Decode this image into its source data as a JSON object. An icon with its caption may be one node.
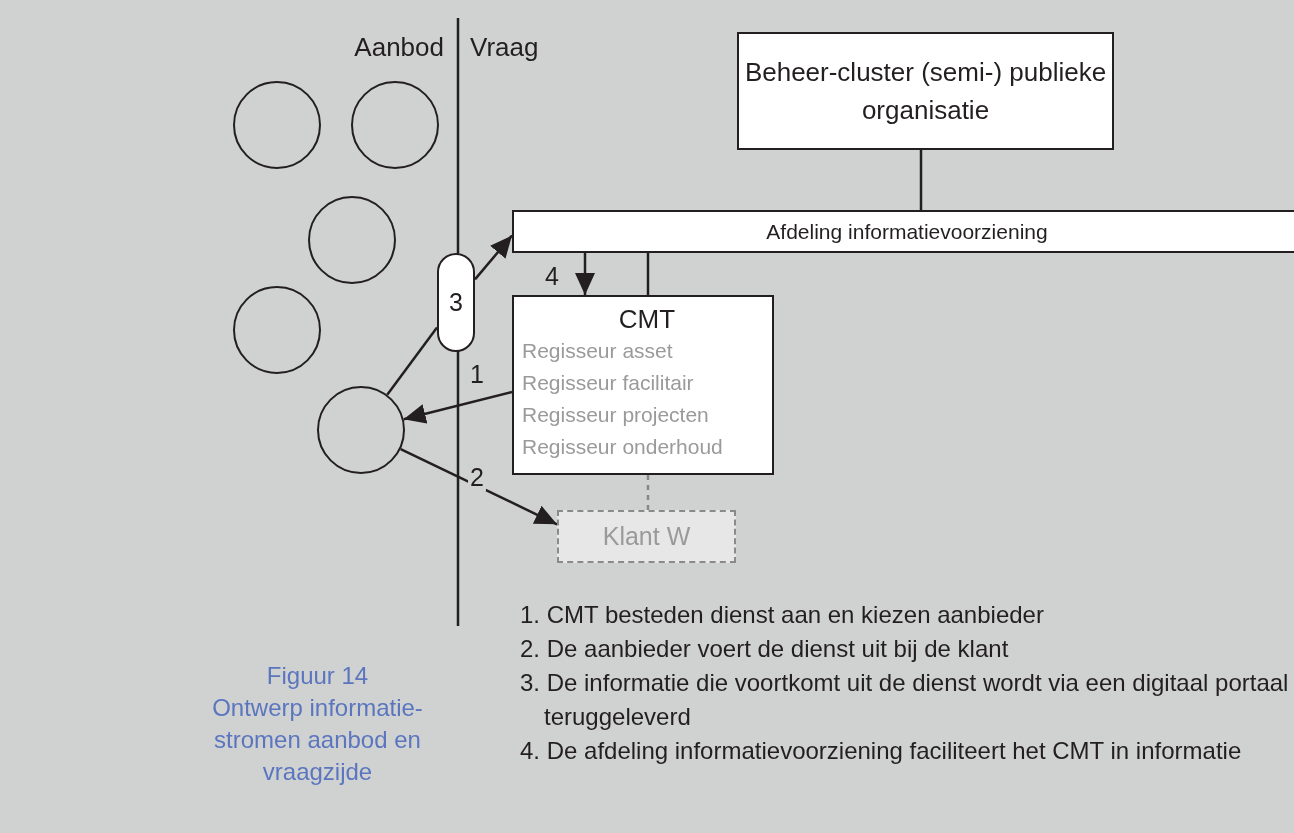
{
  "diagram": {
    "title": "Figuur 14",
    "caption": "Ontwerp informatie- stromen aanbod en vraagzijde",
    "nodes": [
      {
        "text": [
          "Beheer-cluster (semi-) publieke organisatie"
        ]
      },
      {
        "text": [
          "Afdeling informatievoorziening"
        ]
      },
      {
        "text": [
          "CMT",
          "Regisseur asset",
          "Regisseur facilitair",
          "Regisseur projecten",
          "Regisseur onderhoud"
        ]
      },
      {
        "text": [
          "Klant W"
        ]
      },
      {
        "text": [
          "3"
        ]
      },
      {
        "text": [],
        "shape": "circle"
      },
      {
        "text": [],
        "shape": "circle"
      },
      {
        "text": [],
        "shape": "circle"
      },
      {
        "text": [],
        "shape": "circle"
      },
      {
        "text": [],
        "shape": "circle"
      }
    ],
    "edges": [
      {
        "from": 0,
        "to": 1,
        "arrow": "none"
      },
      {
        "from": 1,
        "to": 2,
        "arrow": "to",
        "label": "4"
      },
      {
        "from": 1,
        "to": 2,
        "arrow": "none"
      },
      {
        "from": 2,
        "to": 3,
        "arrow": "none",
        "style": "dashed",
        "color": "#888888"
      },
      {
        "from": 2,
        "to": 9,
        "arrow": "to",
        "label": "1"
      },
      {
        "from": 9,
        "to": 3,
        "arrow": "to",
        "label": "2"
      },
      {
        "from": 9,
        "to": 4,
        "arrow": "none"
      },
      {
        "from": 4,
        "to": 1,
        "arrow": "to"
      }
    ],
    "labels": [
      "Aanbod",
      "Vraag",
      "1. CMT besteden dienst aan en kiezen aanbieder",
      "2. De aanbieder voert de dienst uit bij de klant",
      "3. De informatie die voortkomt uit de dienst wordt via een digitaal portaal teruggeleverd",
      "4. De afdeling informatievoorziening faciliteert het CMT in informatie"
    ]
  }
}
